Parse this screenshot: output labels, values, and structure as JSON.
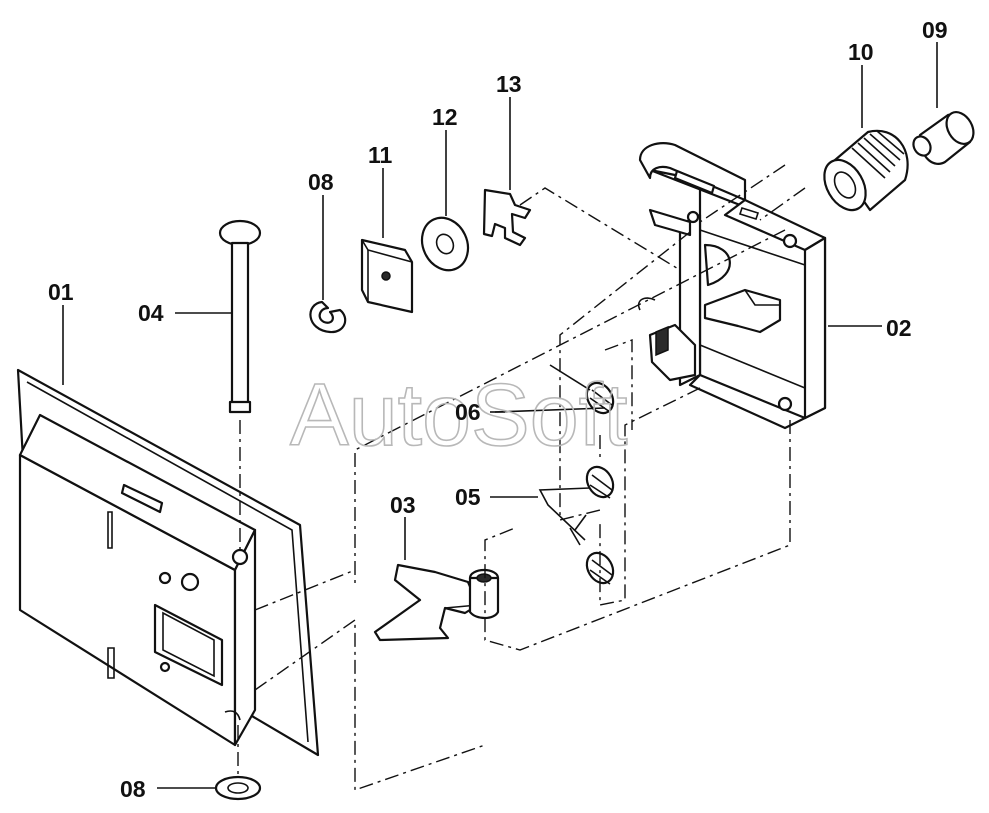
{
  "watermark": "AutoSoft",
  "callouts": [
    {
      "id": "01",
      "text": "01"
    },
    {
      "id": "02",
      "text": "02"
    },
    {
      "id": "03",
      "text": "03"
    },
    {
      "id": "04",
      "text": "04"
    },
    {
      "id": "05",
      "text": "05"
    },
    {
      "id": "06",
      "text": "06"
    },
    {
      "id": "08-top",
      "text": "08"
    },
    {
      "id": "08-bottom",
      "text": "08"
    },
    {
      "id": "09",
      "text": "09"
    },
    {
      "id": "10",
      "text": "10"
    },
    {
      "id": "11",
      "text": "11"
    },
    {
      "id": "12",
      "text": "12"
    },
    {
      "id": "13",
      "text": "13"
    }
  ]
}
